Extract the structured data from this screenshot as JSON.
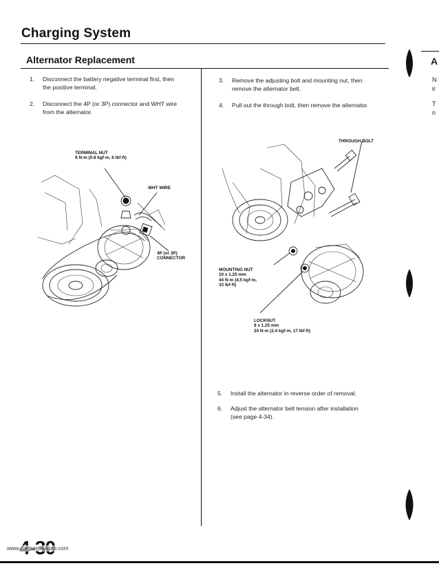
{
  "header": {
    "section_title": "Charging System",
    "subsection_title": "Alternator Replacement"
  },
  "steps_left": [
    {
      "number": "1.",
      "line1": "Disconnect the battery negative terminal first, then",
      "line2": "the positive terminal."
    },
    {
      "number": "2.",
      "line1": "Disconnect the 4P (or 3P) connector and WHT wire",
      "line2": "from the alternator."
    }
  ],
  "steps_right": [
    {
      "number": "3.",
      "line1": "Remove the adjusting bolt and mounting nut, then",
      "line2": "remove the alternator belt."
    },
    {
      "number": "4.",
      "line1": "Pull out the through bolt, then remove the alternator.",
      "line2": ""
    }
  ],
  "steps_bottom": [
    {
      "number": "5.",
      "line1": "Install the alternator in reverse order of removal.",
      "line2": ""
    },
    {
      "number": "6.",
      "line1": "Adjust the alternator belt tension after installation",
      "line2": "(see page 4-34)."
    }
  ],
  "figure_left": {
    "terminal_nut": {
      "title": "TERMINAL NUT",
      "spec": "8 N·m (0.8 kgf·m, 6 lbf·ft)"
    },
    "wht_wire": "WHT WIRE",
    "connector": {
      "line1": "4P (or 3P)",
      "line2": "CONNECTOR"
    }
  },
  "figure_right": {
    "through_bolt": "THROUGH BOLT",
    "mounting_nut": {
      "title": "MOUNTING NUT",
      "size": "10 x 1.25 mm",
      "spec1": "44 N·m (4.5 kgf·m,",
      "spec2": "33 lbf·ft)"
    },
    "locknut": {
      "title": "LOCKNUT",
      "size": "8 x 1.25 mm",
      "spec": "24 N·m (2.4 kgf·m, 17 lbf·ft)"
    }
  },
  "footer": {
    "page_number": "4-30",
    "watermark": "www.carmanualspro.com"
  },
  "right_edge": {
    "letter_a": "A",
    "letter_n": "N",
    "letter_ir": "ir",
    "letter_t": "T",
    "letter_n2": "n"
  }
}
